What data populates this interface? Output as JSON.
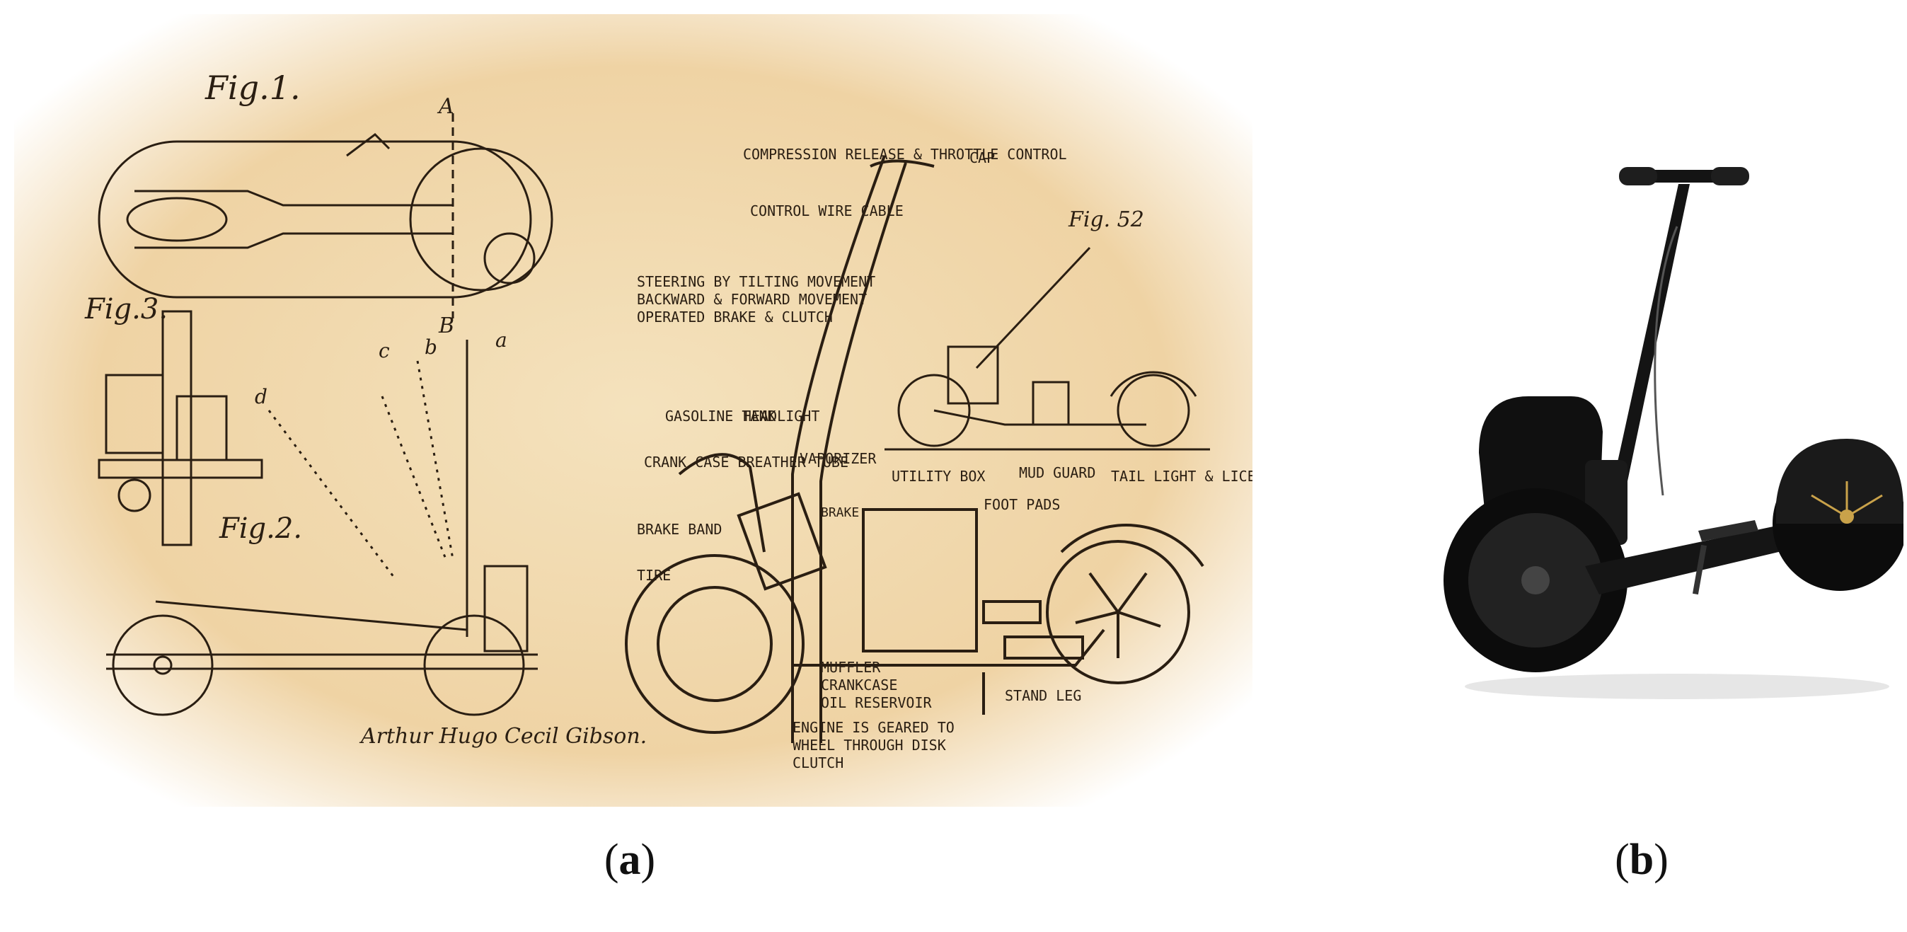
{
  "panel_a": {
    "fig1": "Fig.1.",
    "fig2": "Fig.2.",
    "fig3": "Fig.3.",
    "fig52": "Fig. 52",
    "signature": "Arthur Hugo Cecil Gibson.",
    "callouts": {
      "compression": "COMPRESSION RELEASE & THROTTLE CONTROL",
      "cap": "CAP",
      "control_wire": "CONTROL WIRE CABLE",
      "steering1": "STEERING BY TILTING MOVEMENT",
      "steering2": "BACKWARD & FORWARD MOVEMENT",
      "steering3": "OPERATED BRAKE & CLUTCH",
      "gasoline": "GASOLINE TANK",
      "headlight": "HEADLIGHT",
      "crankcase_breather": "CRANK CASE BREATHER TUBE",
      "vaporizer": "VAPORIZER",
      "utility_box": "UTILITY BOX",
      "mud_guard": "MUD GUARD",
      "tail_light": "TAIL LIGHT & LICENSE BRACKET",
      "foot_pads": "FOOT PADS",
      "brake_band": "BRAKE BAND",
      "brake": "BRAKE",
      "tire": "TIRE",
      "muffler": "MUFFLER",
      "crankcase": "CRANKCASE",
      "oil_reservoir": "OIL RESERVOIR",
      "stand_leg": "STAND LEG",
      "engine1": "ENGINE IS GEARED TO",
      "engine2": "WHEEL THROUGH DISK",
      "engine3": "CLUTCH"
    },
    "letters": {
      "A": "A",
      "B": "B",
      "a": "a",
      "b": "b",
      "c": "c",
      "d": "d"
    }
  },
  "captions": {
    "a": "a",
    "b": "b"
  },
  "colors": {
    "paper": "#f2d9b0",
    "ink": "#2a1e12",
    "scooter": "#141414"
  }
}
